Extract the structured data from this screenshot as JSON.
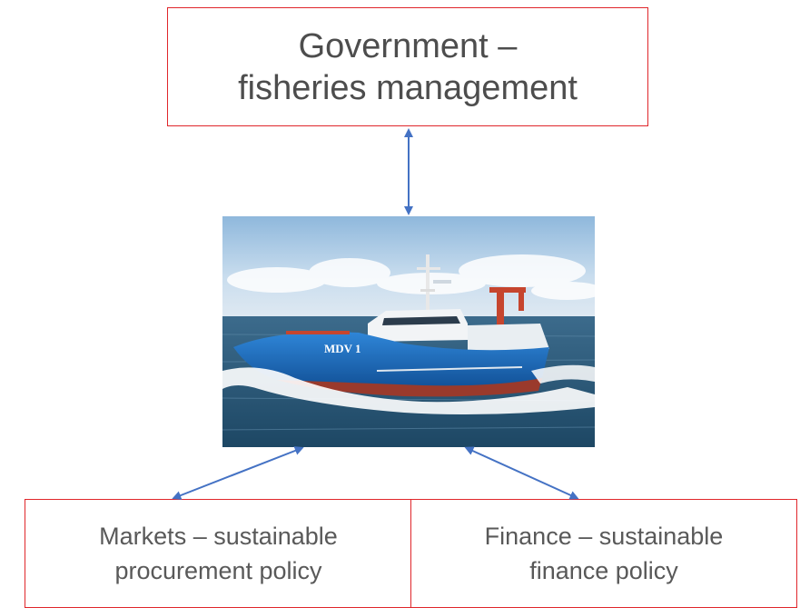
{
  "boxes": {
    "government": {
      "line1": "Government –",
      "line2": "fisheries management"
    },
    "markets": {
      "line1": "Markets – sustainable",
      "line2": "procurement policy"
    },
    "finance": {
      "line1": "Finance – sustainable",
      "line2": "finance policy"
    }
  },
  "vessel": {
    "hull_name": "MDV 1"
  },
  "colors": {
    "box_border": "#e0262b",
    "arrow": "#4472c4",
    "text": "#595959",
    "hull": "#1f6fc0"
  }
}
